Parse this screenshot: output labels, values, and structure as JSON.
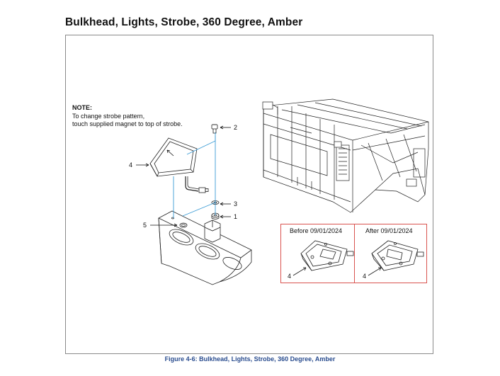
{
  "page": {
    "title": "Bulkhead, Lights, Strobe, 360 Degree, Amber",
    "caption": "Figure 4-6:  Bulkhead, Lights, Strobe, 360 Degree, Amber"
  },
  "note": {
    "heading": "NOTE:",
    "line1": "To change strobe pattern,",
    "line2": "touch supplied magnet to top of strobe."
  },
  "callouts": {
    "c1": "1",
    "c2": "2",
    "c3": "3",
    "c4": "4",
    "c5": "5"
  },
  "inset": {
    "before_label": "Before 09/01/2024",
    "after_label": "After 09/01/2024",
    "before_callout": "4",
    "after_callout": "4"
  },
  "colors": {
    "leader_blue": "#3a9bd5",
    "inset_border": "#d9534f",
    "caption_blue": "#2a4d8f"
  }
}
